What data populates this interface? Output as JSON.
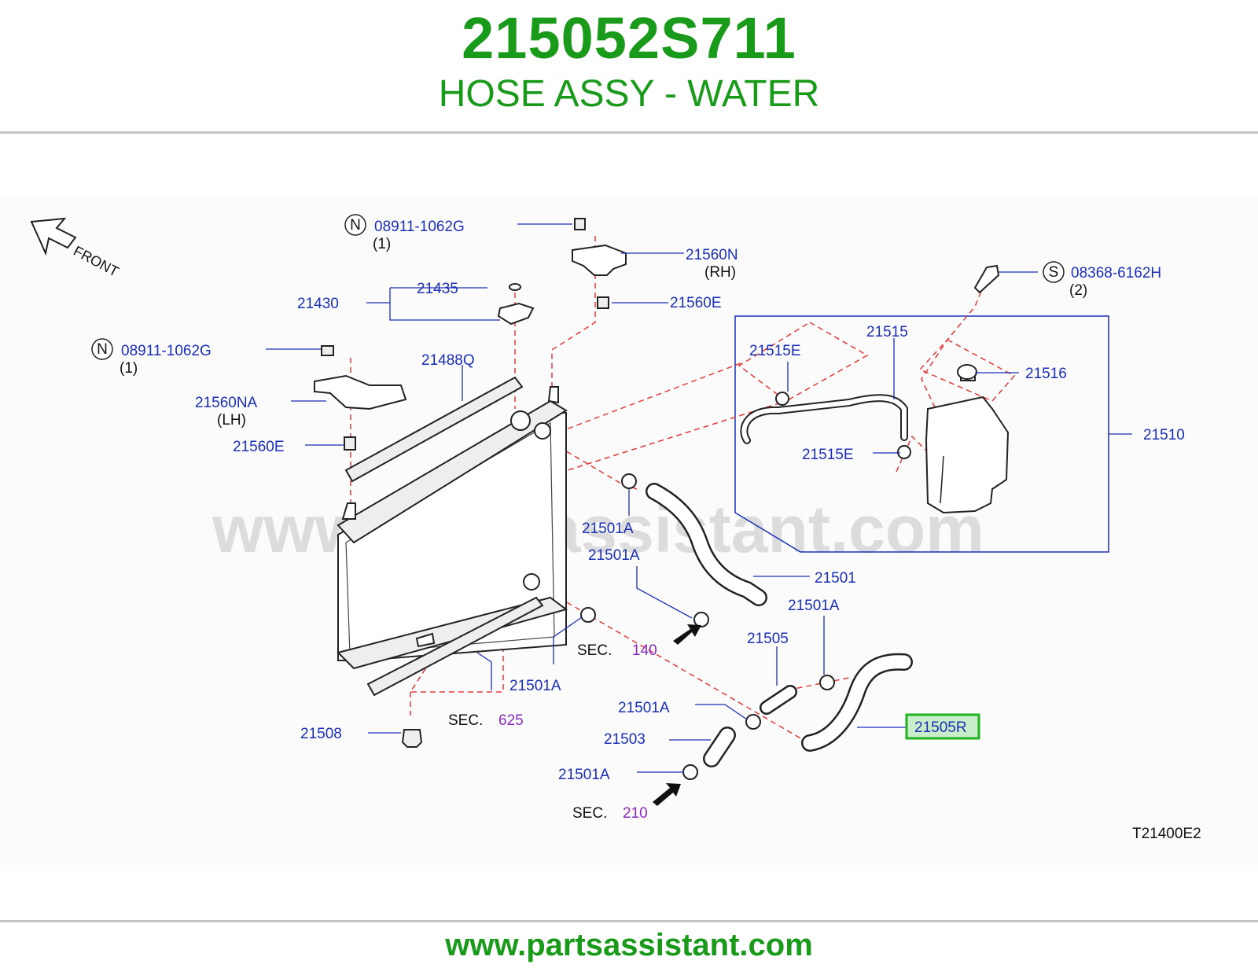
{
  "header": {
    "part_number": "215052S711",
    "part_name": "HOSE ASSY - WATER"
  },
  "footer": {
    "url": "www.partsassistant.com"
  },
  "diagram": {
    "watermark": "www.partsassistant.com",
    "front_label": "FRONT",
    "drawing_code": "T21400E2",
    "highlighted_part": "21505R",
    "highlight_color": "#1fb31f",
    "label_color": "#1a2fb8",
    "leader_dash_color": "#e23a3a",
    "callouts": [
      {
        "id": "c01",
        "text": "N",
        "kind": "circled"
      },
      {
        "id": "c02",
        "text": "08911-1062G"
      },
      {
        "id": "c03",
        "text": "(1)",
        "kind": "qty"
      },
      {
        "id": "c04",
        "text": "21560N"
      },
      {
        "id": "c05",
        "text": "(RH)",
        "kind": "qty"
      },
      {
        "id": "c06",
        "text": "21435"
      },
      {
        "id": "c07",
        "text": "21430"
      },
      {
        "id": "c08",
        "text": "21560E"
      },
      {
        "id": "c09",
        "text": "S",
        "kind": "circled"
      },
      {
        "id": "c10",
        "text": "08368-6162H"
      },
      {
        "id": "c11",
        "text": "(2)",
        "kind": "qty"
      },
      {
        "id": "c12",
        "text": "N",
        "kind": "circled"
      },
      {
        "id": "c13",
        "text": "08911-1062G"
      },
      {
        "id": "c14",
        "text": "(1)",
        "kind": "qty"
      },
      {
        "id": "c15",
        "text": "21515"
      },
      {
        "id": "c16",
        "text": "21515E"
      },
      {
        "id": "c17",
        "text": "21516"
      },
      {
        "id": "c18",
        "text": "21488Q"
      },
      {
        "id": "c19",
        "text": "21560NA"
      },
      {
        "id": "c20",
        "text": "(LH)",
        "kind": "qty"
      },
      {
        "id": "c21",
        "text": "21510"
      },
      {
        "id": "c22",
        "text": "21560E"
      },
      {
        "id": "c23",
        "text": "21515E"
      },
      {
        "id": "c24",
        "text": "21501A"
      },
      {
        "id": "c25",
        "text": "21501A"
      },
      {
        "id": "c26",
        "text": "21501"
      },
      {
        "id": "c27",
        "text": "21501A"
      },
      {
        "id": "c28",
        "text": "SEC."
      },
      {
        "id": "c29",
        "text": "140",
        "kind": "sec"
      },
      {
        "id": "c30",
        "text": "21505"
      },
      {
        "id": "c31",
        "text": "21501A"
      },
      {
        "id": "c32",
        "text": "21501A"
      },
      {
        "id": "c33",
        "text": "SEC."
      },
      {
        "id": "c34",
        "text": "625",
        "kind": "sec"
      },
      {
        "id": "c35",
        "text": "21508"
      },
      {
        "id": "c36",
        "text": "21503"
      },
      {
        "id": "c37",
        "text": "21505R",
        "kind": "highlight"
      },
      {
        "id": "c38",
        "text": "21501A"
      },
      {
        "id": "c39",
        "text": "SEC."
      },
      {
        "id": "c40",
        "text": "210",
        "kind": "sec"
      }
    ]
  }
}
